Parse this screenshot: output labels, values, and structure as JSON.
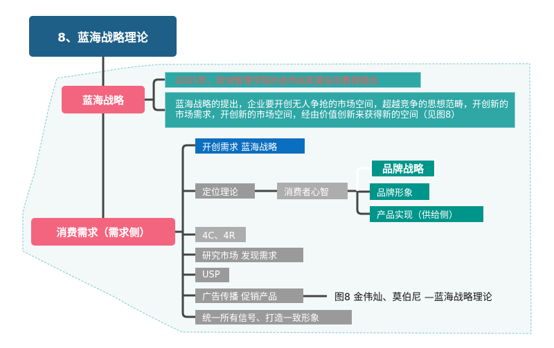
{
  "root": {
    "label": "8、蓝海战略理论"
  },
  "branch_blue_ocean": {
    "label": "蓝海战略",
    "children": [
      "2005年，欧洲管理学院的金伟灿和莫伯尼教授提出",
      "蓝海战略的提出，企业要开创无人争抢的市场空间，超越竞争的思想范畴，开创新的市场需求，开创新的市场空间，经由价值创新来获得新的空间（见图8）"
    ]
  },
  "branch_demand": {
    "label": "消费需求（需求侧）",
    "children": {
      "create_demand": "开创需求  蓝海战略",
      "positioning": "定位理论",
      "consumer_mind": "消费者心智",
      "brand_strategy": "品牌战略",
      "brand_image": "品牌形象",
      "product_realization": "产品实现（供给侧）",
      "four_c_four_r": "4C、4R",
      "research": "研究市场  发现需求",
      "usp": "USP",
      "advertising": "广告传播  促销产品",
      "unify": "统一所有信号、打造一致形象"
    }
  },
  "caption": "图8  金伟灿、莫伯尼  —蓝海战略理论",
  "colors": {
    "root": "#1e5f87",
    "main_branch": "#f3657f",
    "teal": "#2ea7a5",
    "highlight_text": "#f25c54",
    "blue": "#0a6fc0",
    "dark_teal": "#00958b",
    "gray": "#9a9a9a",
    "boundary": "#8fcfcf"
  }
}
